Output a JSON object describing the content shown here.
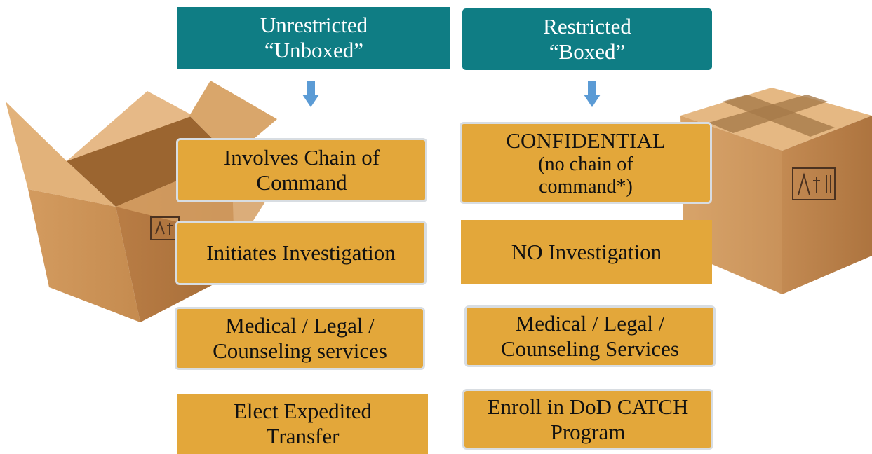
{
  "columns": {
    "unrestricted": {
      "header": [
        "Unrestricted",
        "“Unboxed”"
      ],
      "items": [
        [
          "Involves Chain of",
          "Command"
        ],
        [
          "Initiates Investigation"
        ],
        [
          "Medical / Legal /",
          "Counseling services"
        ],
        [
          "Elect Expedited",
          "Transfer"
        ]
      ]
    },
    "restricted": {
      "header": [
        "Restricted",
        "“Boxed”"
      ],
      "items": [
        [
          "CONFIDENTIAL",
          "(no chain of",
          "command*)"
        ],
        [
          "NO Investigation"
        ],
        [
          "Medical / Legal /",
          "Counseling Services"
        ],
        [
          "Enroll in DoD CATCH",
          "Program"
        ]
      ]
    }
  },
  "colors": {
    "header_teal": "#0f7d84",
    "item_orange": "#e3a73a",
    "arrow_blue": "#5b9bd5",
    "cardboard": "#d9a66b"
  },
  "icons": {
    "open_box": "open-cardboard-box-icon",
    "closed_box": "taped-cardboard-box-icon",
    "arrow": "down-arrow-icon"
  }
}
